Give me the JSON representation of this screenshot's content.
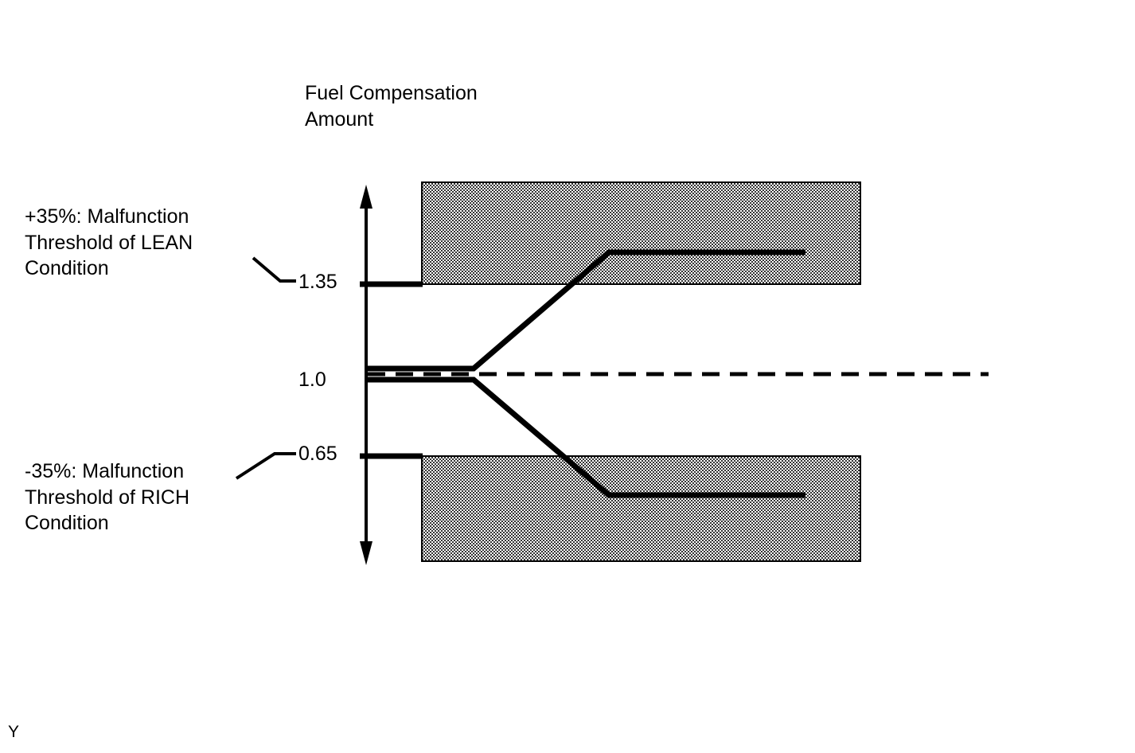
{
  "figure": {
    "title": "Fuel Compensation\nAmount",
    "marker": "Y",
    "axis_label_color": "#000000",
    "line_color": "#000000",
    "band_fill": "#c9c9c9"
  },
  "annotations": {
    "lean": "+35%: Malfunction\nThreshold of LEAN\nCondition",
    "rich": "-35%: Malfunction\nThreshold of RICH\nCondition"
  },
  "axis": {
    "tick_135": "1.35",
    "tick_10": "1.0",
    "tick_065": "0.65"
  },
  "chart_data": {
    "type": "line",
    "title": "Fuel Compensation Amount",
    "xlabel": "",
    "ylabel": "Fuel Compensation Amount",
    "ylim": [
      0.45,
      1.55
    ],
    "yticks": [
      0.65,
      1.0,
      1.35
    ],
    "ytick_labels": [
      "0.65",
      "1.0",
      "1.35"
    ],
    "grid": false,
    "legend": null,
    "reference_line": {
      "name": "nominal-reference",
      "y": 1.0,
      "style": "dashed",
      "x_start": 0.0,
      "x_end": 1.0
    },
    "malfunction_bands": [
      {
        "name": "lean-malfunction-band",
        "label": "+35%: Malfunction Threshold of LEAN Condition",
        "y_from": 1.35,
        "y_to": 1.55,
        "x_from": 0.112,
        "x_to": 0.793,
        "fill": "stipple"
      },
      {
        "name": "rich-malfunction-band",
        "label": "-35%: Malfunction Threshold of RICH Condition",
        "y_from": 0.45,
        "y_to": 0.65,
        "x_from": 0.112,
        "x_to": 0.793,
        "fill": "stipple"
      }
    ],
    "threshold_lines": [
      {
        "name": "lean-threshold",
        "y": 1.35,
        "x_from": 0.0,
        "x_to": 0.112
      },
      {
        "name": "rich-threshold",
        "y": 0.65,
        "x_from": 0.0,
        "x_to": 0.112
      }
    ],
    "series": [
      {
        "name": "lean-compensation-trace",
        "style": "solid",
        "x": [
          0.0,
          0.204,
          0.435,
          0.793
        ],
        "y": [
          1.022,
          1.022,
          1.478,
          1.478
        ]
      },
      {
        "name": "rich-compensation-trace",
        "style": "solid",
        "x": [
          0.0,
          0.204,
          0.435,
          0.793
        ],
        "y": [
          0.978,
          0.978,
          0.522,
          0.522
        ]
      }
    ]
  }
}
